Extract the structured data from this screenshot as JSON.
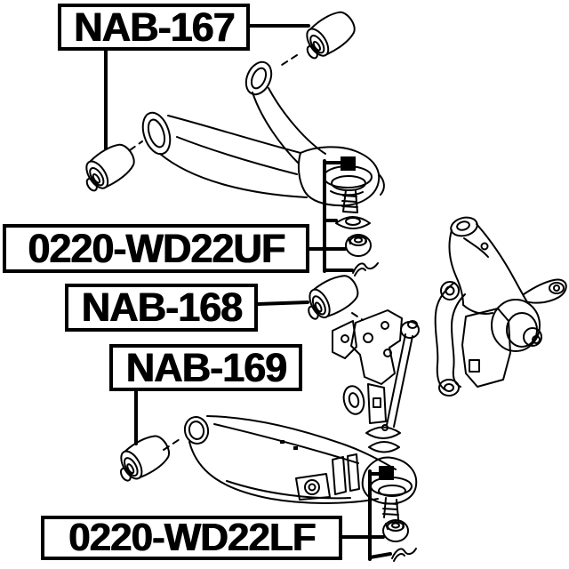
{
  "colors": {
    "background": "#ffffff",
    "line": "#000000"
  },
  "labels": [
    {
      "id": "nab-167",
      "text": "NAB-167"
    },
    {
      "id": "0220-wd22uf",
      "text": "0220-WD22UF"
    },
    {
      "id": "nab-168",
      "text": "NAB-168"
    },
    {
      "id": "nab-169",
      "text": "NAB-169"
    },
    {
      "id": "0220-wd22lf",
      "text": "0220-WD22LF"
    }
  ],
  "parts": [
    "upper-control-arm",
    "upper-control-arm-rear-bushing",
    "upper-control-arm-front-bushing",
    "upper-ball-joint",
    "washer",
    "castle-nut",
    "cotter-pin",
    "lower-control-arm",
    "lower-control-arm-rear-bushing",
    "lower-control-arm-front-bushing",
    "lower-ball-joint",
    "frame-bracket",
    "shock-absorber",
    "steering-knuckle"
  ]
}
